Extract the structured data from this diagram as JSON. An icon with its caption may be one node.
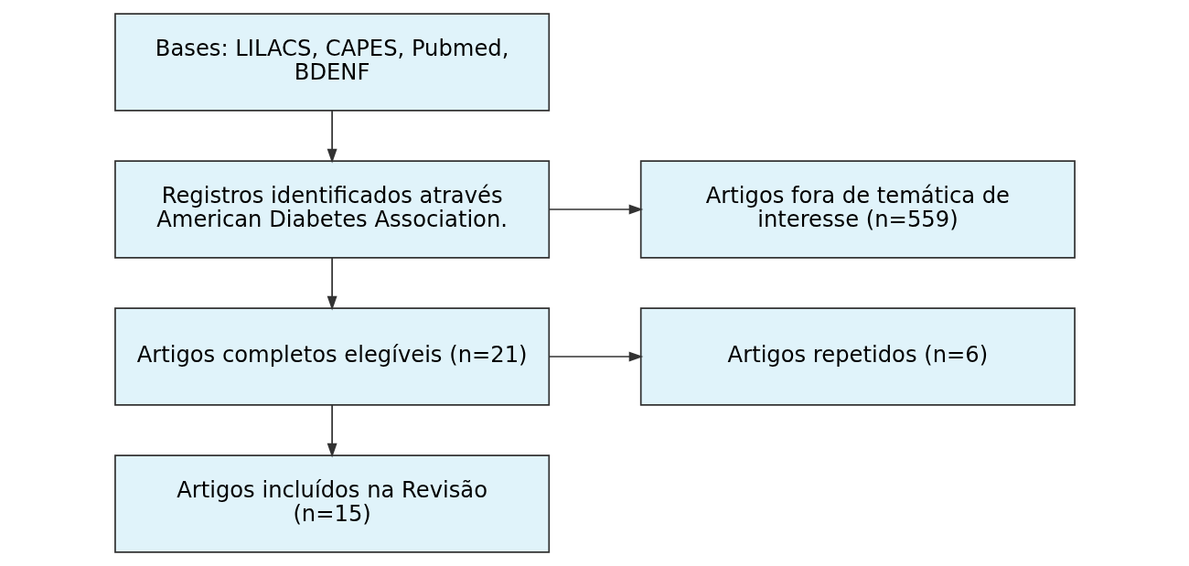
{
  "diagram": {
    "nodes": [
      {
        "text": [
          "Bases: LILACS, CAPES, Pubmed, BDENF"
        ]
      },
      {
        "text": [
          "Registros identificados através American Diabetes Association."
        ]
      },
      {
        "text": [
          "Artigos fora de temática de interesse (n=559)"
        ]
      },
      {
        "text": [
          "Artigos completos elegíveis (n=21)"
        ]
      },
      {
        "text": [
          "Artigos repetidos (n=6)"
        ]
      },
      {
        "text": [
          "Artigos incluídos na Revisão (n=15)"
        ]
      }
    ],
    "edges": [
      {
        "from": 0,
        "to": 1,
        "arrow": "to"
      },
      {
        "from": 1,
        "to": 2,
        "arrow": "to"
      },
      {
        "from": 1,
        "to": 3,
        "arrow": "to"
      },
      {
        "from": 3,
        "to": 4,
        "arrow": "to"
      },
      {
        "from": 3,
        "to": 5,
        "arrow": "to"
      }
    ]
  }
}
